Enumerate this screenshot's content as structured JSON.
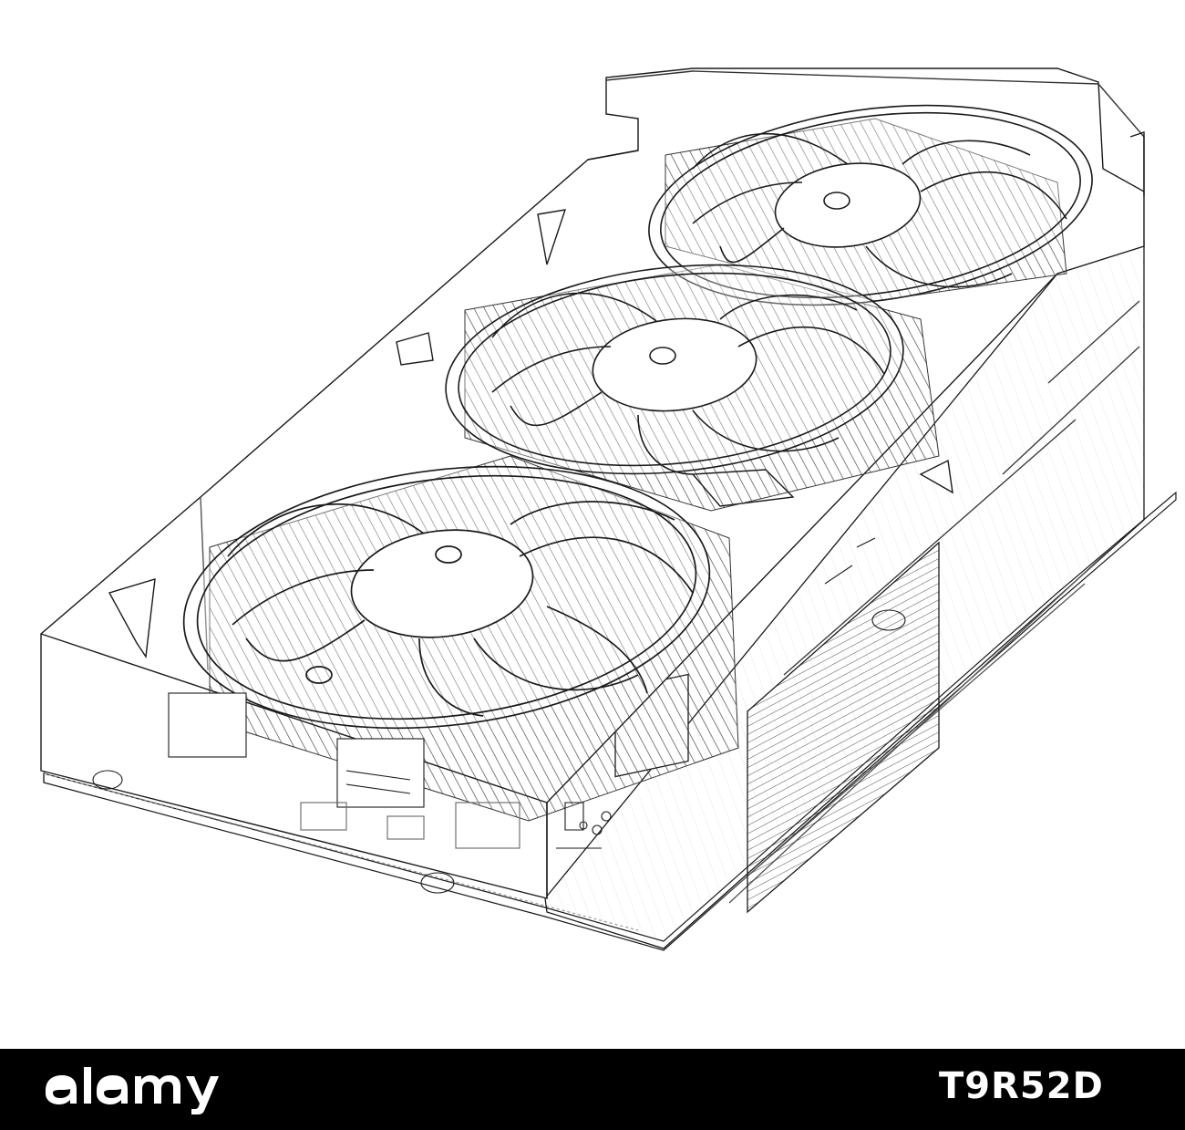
{
  "illustration": {
    "subject": "graphics-card-wireframe",
    "line_color": "#1a1a1a",
    "hidden_line_color": "#9a9a9a",
    "background": "#ffffff"
  },
  "footer": {
    "logo_text": "alamy",
    "image_id": "T9R52D",
    "background": "#000000",
    "text_color": "#ffffff"
  }
}
